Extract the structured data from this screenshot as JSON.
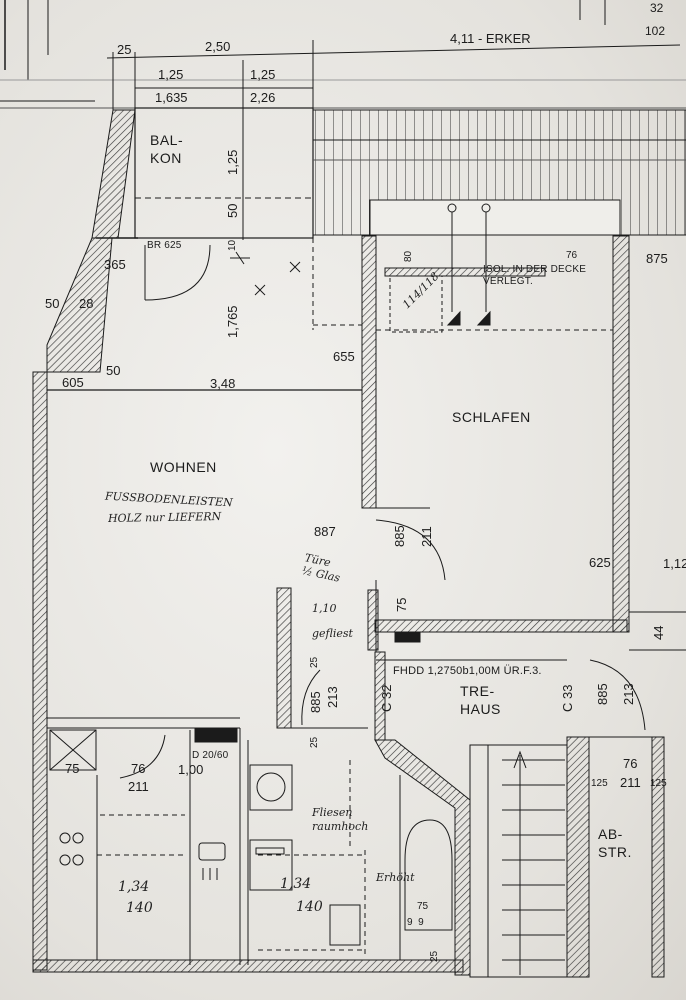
{
  "sheet": {
    "corner_top": "32",
    "corner_bottom": "102"
  },
  "rooms": {
    "balkon": "BAL-\nKON",
    "schlafen": "SCHLAFEN",
    "wohnen": "WOHNEN",
    "treppenhaus": "TRE-\nHAUS",
    "abstellraum": "AB-\nSTR."
  },
  "notes": {
    "isolation": "ISOL. IN DER DECKE\nVERLEGT.",
    "fhdd": "FHDD 1,2750b1,00M ÜR.F.3.",
    "br": "BR 625",
    "door_cupboard": "D 20/60",
    "flue_left": "C 32",
    "flue_right": "C 33",
    "window_ref": "114/118"
  },
  "handwritten": {
    "fussboden_line1": "FUSSBODENLEISTEN",
    "fussboden_line2": "HOLZ nur LIEFERN",
    "tuere": "Türe\n½ Glas",
    "gefliest_value": "1,10",
    "gefliest": "gefliest",
    "fliesen": "Fliesen\nraumhoch",
    "erhoeht": "Erhöht"
  },
  "dimensions": {
    "top_25": "25",
    "top_250": "2,50",
    "top_erker": "4,11 - ERKER",
    "bal_125a": "1,25",
    "bal_125b": "1,25",
    "bal_1635": "1,635",
    "bal_226": "2,26",
    "bal_v125": "1,25",
    "bal_v50": "50",
    "bal_v10": "10",
    "v_1765": "1,765",
    "d_365": "365",
    "d_50a": "50",
    "d_28": "28",
    "d_50b": "50",
    "d_605": "605",
    "d_348": "3,48",
    "d_655": "655",
    "d_80": "80",
    "d_76": "76",
    "d_875": "875",
    "d_885a": "885",
    "d_211a": "211",
    "d_887": "887",
    "d_75a": "75",
    "d_625": "625",
    "d_112": "1,12",
    "d_44": "44",
    "d_885b": "885",
    "d_213a": "213",
    "d_885c": "885",
    "d_213b": "213",
    "d_25a": "25",
    "d_25b": "25",
    "d_75b": "75",
    "d_76b": "76",
    "d_211b": "211",
    "d_100": "1,00",
    "d_76c": "76",
    "d_125": "125",
    "d_211c": "211",
    "d_125b": "125",
    "kitchen_area_top": "1,34",
    "kitchen_area_bottom": "140",
    "bath_area_top": "1,34",
    "bath_area_bottom": "140",
    "d_75c": "75",
    "d_99": "9  9",
    "d_25c": "25"
  },
  "colors": {
    "ink": "#1b1b1b",
    "wall_hatch": "#3a3a3a",
    "paper": "#efeeea"
  }
}
